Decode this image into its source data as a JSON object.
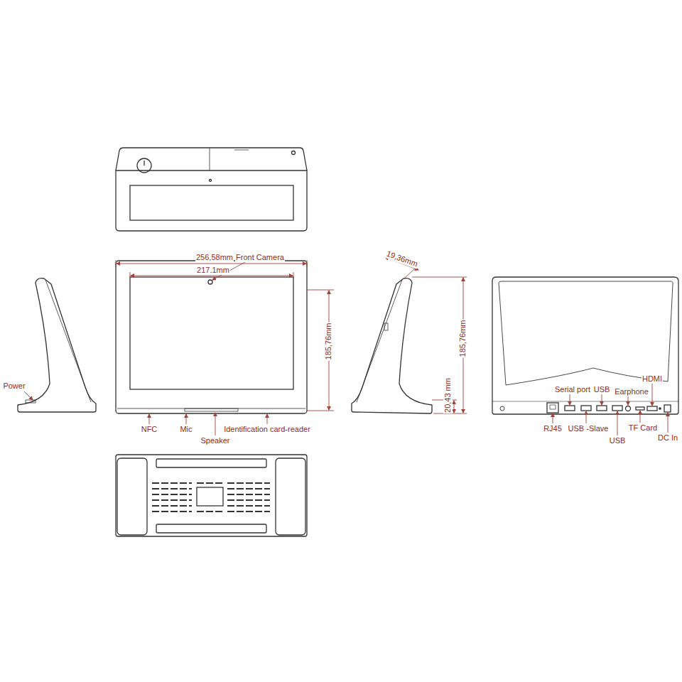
{
  "diagram": {
    "labels": [
      "256,58mm",
      "Front Camera",
      "217.1mm",
      "185,76mm",
      "19,36mm",
      "185,76mm",
      "20,43 mm",
      "Power",
      "NFC",
      "Mic",
      "Speaker",
      "Identification card-reader",
      "Serial port",
      "USB",
      "Earphone",
      "HDMI",
      "RJ45",
      "USB -Slave",
      "TF Card",
      "USB",
      "DC In"
    ]
  }
}
